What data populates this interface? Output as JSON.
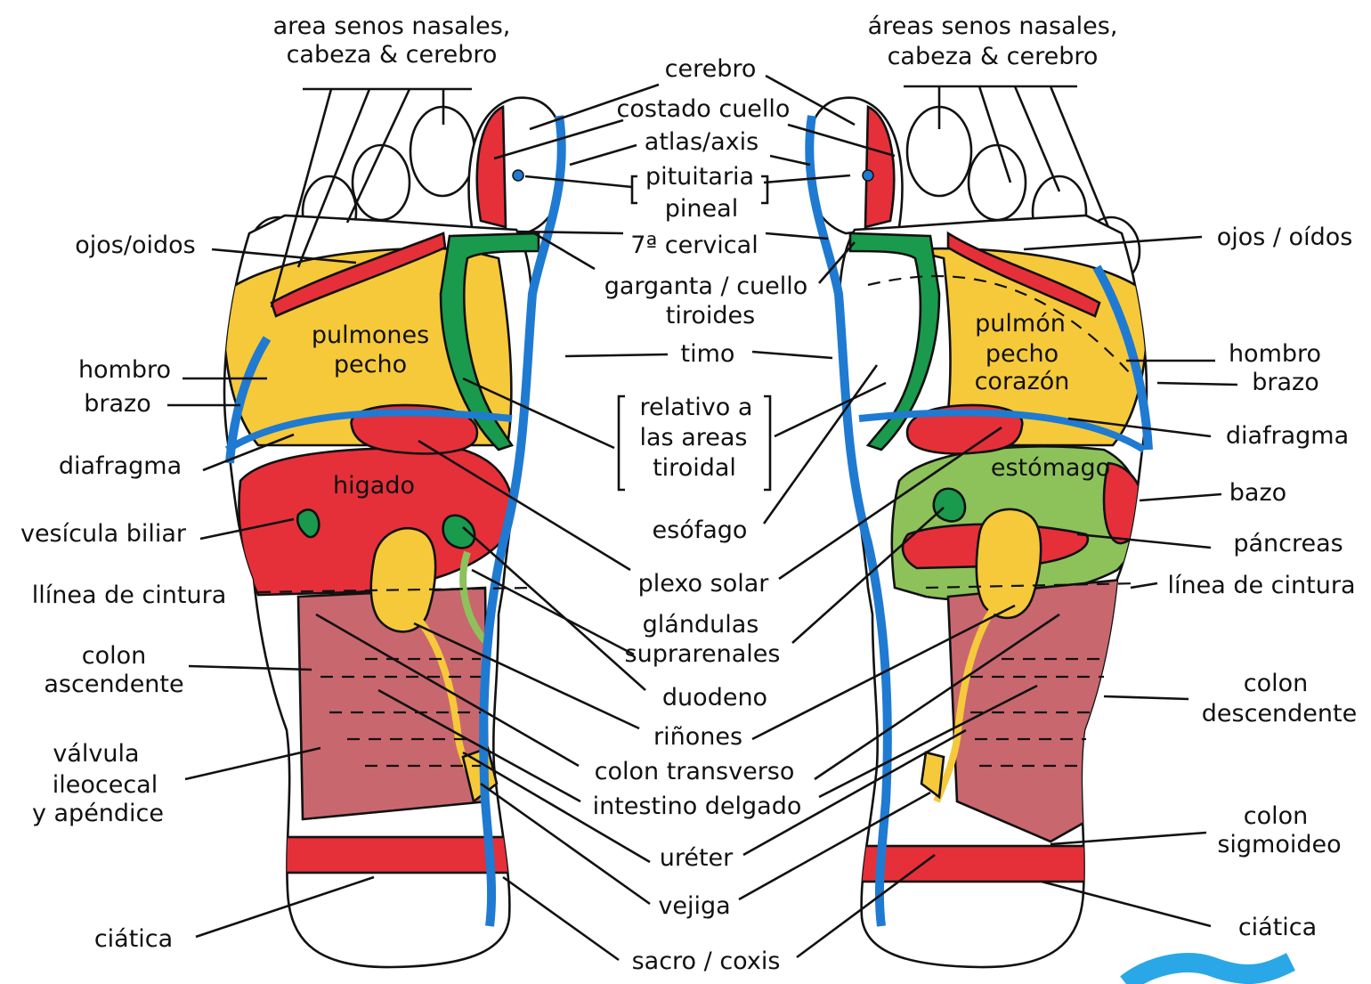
{
  "colors": {
    "spine": "#1f7ad1",
    "lungs": "#f6c93b",
    "liver": "#e5303a",
    "red_band": "#e5303a",
    "throat": "#1a9a4c",
    "colon": "#c9676f",
    "stomach": "#8dc25a",
    "kidney": "#f6c93b",
    "skin": "#ffffff",
    "outline": "#111111",
    "corner_mark": "#2aa7e6"
  },
  "left_foot": {
    "top_label": [
      "area senos nasales,",
      "cabeza & cerebro"
    ],
    "labels": {
      "ojos_oidos": "ojos/oidos",
      "hombro": "hombro",
      "brazo": "brazo",
      "diafragma": "diafragma",
      "vesicula": "vesícula biliar",
      "cintura": "llínea de cintura",
      "colon_asc": [
        "colon",
        "ascendente"
      ],
      "valvula": [
        "válvula",
        "ileocecal",
        "y apéndice"
      ],
      "ciatica": "ciática"
    },
    "regions": {
      "pulmones": [
        "pulmones",
        "pecho"
      ],
      "higado": "higado"
    }
  },
  "right_foot": {
    "top_label": [
      "áreas senos nasales,",
      "cabeza & cerebro"
    ],
    "labels": {
      "ojos_oidos": "ojos / oídos",
      "hombro": "hombro",
      "brazo": "brazo",
      "diafragma": "diafragma",
      "bazo": "bazo",
      "pancreas": "páncreas",
      "cintura": "línea de cintura",
      "colon_desc": [
        "colon",
        "descendente"
      ],
      "colon_sig": [
        "colon",
        "sigmoideo"
      ],
      "ciatica": "ciática"
    },
    "regions": {
      "pulmon": [
        "pulmón",
        "pecho",
        "corazón"
      ],
      "estomago": "estómago"
    }
  },
  "center_labels": {
    "cerebro": "cerebro",
    "costado_cuello": "costado cuello",
    "atlas": "atlas/axis",
    "pituitaria": "pituitaria",
    "pineal": "pineal",
    "cervical": "7ª cervical",
    "garganta": "garganta / cuello",
    "tiroides": "tiroides",
    "timo": "timo",
    "relativo": [
      "relativo a",
      "las areas",
      "tiroidal"
    ],
    "esofago": "esófago",
    "plexo": "plexo solar",
    "glandulas": [
      "glándulas",
      "suprarenales"
    ],
    "duodeno": "duodeno",
    "rinones": "riñones",
    "colon_trans": "colon transverso",
    "intestino": "intestino delgado",
    "ureter": "uréter",
    "vejiga": "vejiga",
    "sacro": "sacro / coxis"
  }
}
